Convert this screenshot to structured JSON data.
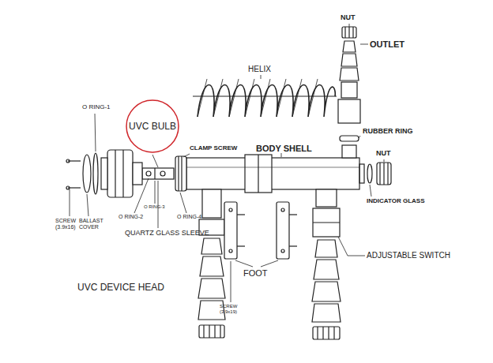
{
  "diagram": {
    "nodes": [
      {
        "text": [
          "UVC BULB"
        ]
      }
    ],
    "labels": [
      "HELIX",
      "NUT",
      "OUTLET",
      "O RING-1",
      "CLAMP SCREW",
      "BODY SHELL",
      "RUBBER RING",
      "NUT",
      "INDICATOR GLASS",
      "SCREW (3.9x16)",
      "BALLAST COVER",
      "O RING-3",
      "O RING-2",
      "O RING-4",
      "QUARTZ GLASS SLEEVE",
      "FOOT",
      "ADJUSTABLE SWITCH",
      "SCREW (3.9x19)",
      "UVC DEVICE HEAD"
    ]
  }
}
